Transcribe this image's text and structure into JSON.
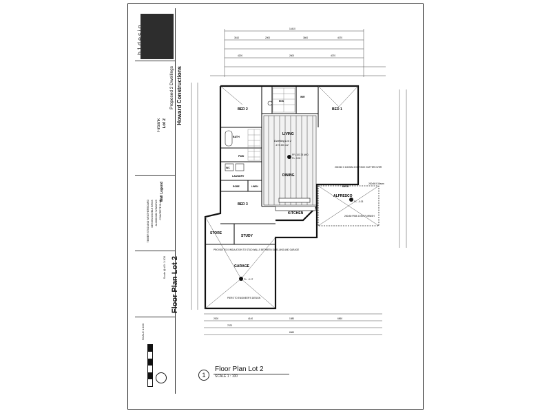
{
  "title_block": {
    "logo_text": "b1desig",
    "company": "Howard Constructions",
    "project": "Proposed 2 Dwellings",
    "lot": "Lot 2",
    "suburb": "Firbank",
    "drawing_title": "Floor Plan Lot 2",
    "scale_note": "Scale @ A3: 1:100",
    "notes": [
      "TIMBER STUD AND WEATHERBOARD",
      "DESIGN DOUBLE BRICK",
      "ALUMINIUM WINDOWS",
      "CONCRETE SLAB"
    ],
    "scale_bar_label": "SCALE 1:100",
    "wall_legend": "Wall Legend"
  },
  "rooms": {
    "bed2": "BED 2",
    "bed1": "BED 1",
    "bath": "BATH",
    "pwd": "PWD",
    "laundry": "LAUNDRY",
    "wc": "WC",
    "living": "LIVING",
    "dining": "DINING",
    "kitchen": "KITCHEN",
    "bed3": "BED 3",
    "robe": "ROBE",
    "linen": "LINEN",
    "ens": "ENS",
    "wir": "WIR",
    "store": "STORE",
    "study": "STUDY",
    "garage": "GARAGE",
    "alfresco": "ALFRESCO",
    "deck": "DECK"
  },
  "annotations": {
    "dwelling": "Dwelling Lot 2",
    "area": "173.00 m2",
    "ffl": "FFL 103.75 AHD",
    "fl_living": "F.L. 0.00",
    "fl_alfresco": "F.L. -0.03",
    "fl_garage": "F.L. -0.17",
    "insulation": "PROVIDE R2.0 INSULATION TO STUD WALLS BETWEEN DWELLING AND GARAGE",
    "piers": "PIERS TO ENGINEER'S DESIGN",
    "joists": "200x50 PINE JOIST FURNISH",
    "beam": "200x50 E.Beam",
    "alfresco_beam": "200X63 X 100X6M JOIST BOX GUTTER OVER"
  },
  "dimensions": {
    "top_overall": "14410",
    "top_row2": [
      "3610",
      "2000",
      "3600",
      "4070"
    ],
    "top_row3": [
      "4200",
      "2600",
      "4070"
    ],
    "bottom_overall": "7670",
    "bottom_row": [
      "2000",
      "4140",
      "1580",
      "6560"
    ],
    "bottom_total": "6960"
  },
  "caption": {
    "number": "1",
    "title": "Floor Plan Lot 2",
    "scale": "SCALE   1 : 100"
  }
}
